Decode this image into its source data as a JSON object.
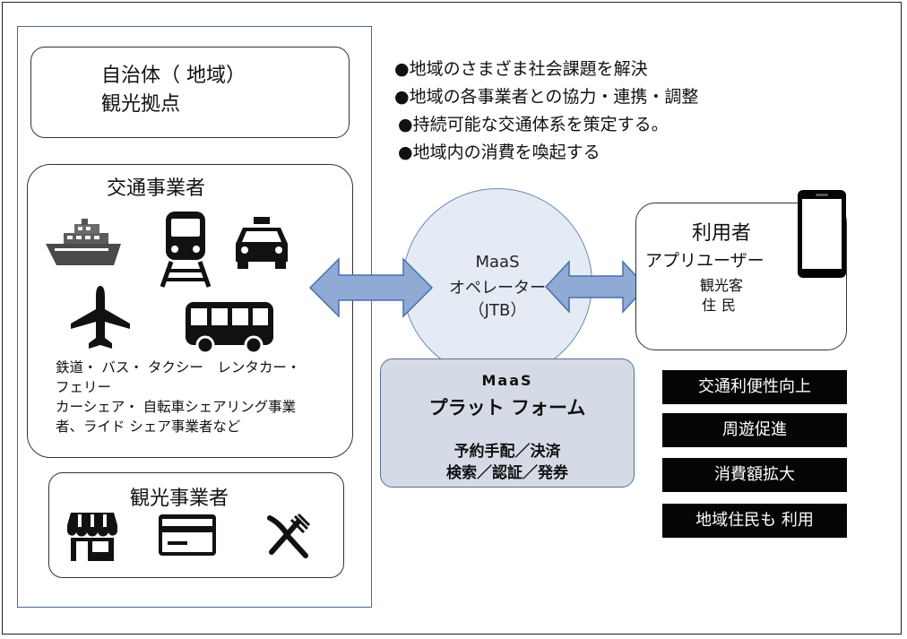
{
  "left": {
    "government": {
      "line1": "自治体（ 地域）",
      "line2": "観光拠点"
    },
    "transport": {
      "title": "交通事業者",
      "desc_lines": [
        "鉄道・ バス・ タクシー　レンタカー・",
        "フェリー",
        "カーシェア・ 自転車シェアリング事業",
        "者、ライド シェア事業者など"
      ],
      "icons": [
        "ship-icon",
        "train-icon",
        "taxi-icon",
        "airplane-icon",
        "bus-icon"
      ]
    },
    "tourism": {
      "title": "観光事業者",
      "icons": [
        "store-icon",
        "credit-card-icon",
        "fork-knife-icon"
      ]
    }
  },
  "bullets": [
    "●地域のさまざま社会課題を解決",
    "●地域の各事業者との協力・連携・調整",
    "●持続可能な交通体系を策定する。",
    "●地域内の消費を喚起する"
  ],
  "operator": {
    "line1": "MaaS",
    "line2": "オペレーター",
    "line3": "（JTB）"
  },
  "platform": {
    "title1": "MaaS",
    "title2": "プラット フォーム",
    "line1": "予約手配／決済",
    "line2": "検索／認証／発券"
  },
  "user": {
    "title": "利用者",
    "subtitle": "アプリユーザー",
    "type1": "観光客",
    "type2": "住民"
  },
  "benefits": [
    "交通利便性向上",
    "周遊促進",
    "消費額拡大",
    "地域住民も 利用"
  ],
  "colors": {
    "arrow_fill": "#8eaad5",
    "arrow_stroke": "#4a6ea8",
    "platform_bg": "#d5dbe6",
    "circle_fill": "#cddbec",
    "benefit_bg": "#050505"
  }
}
